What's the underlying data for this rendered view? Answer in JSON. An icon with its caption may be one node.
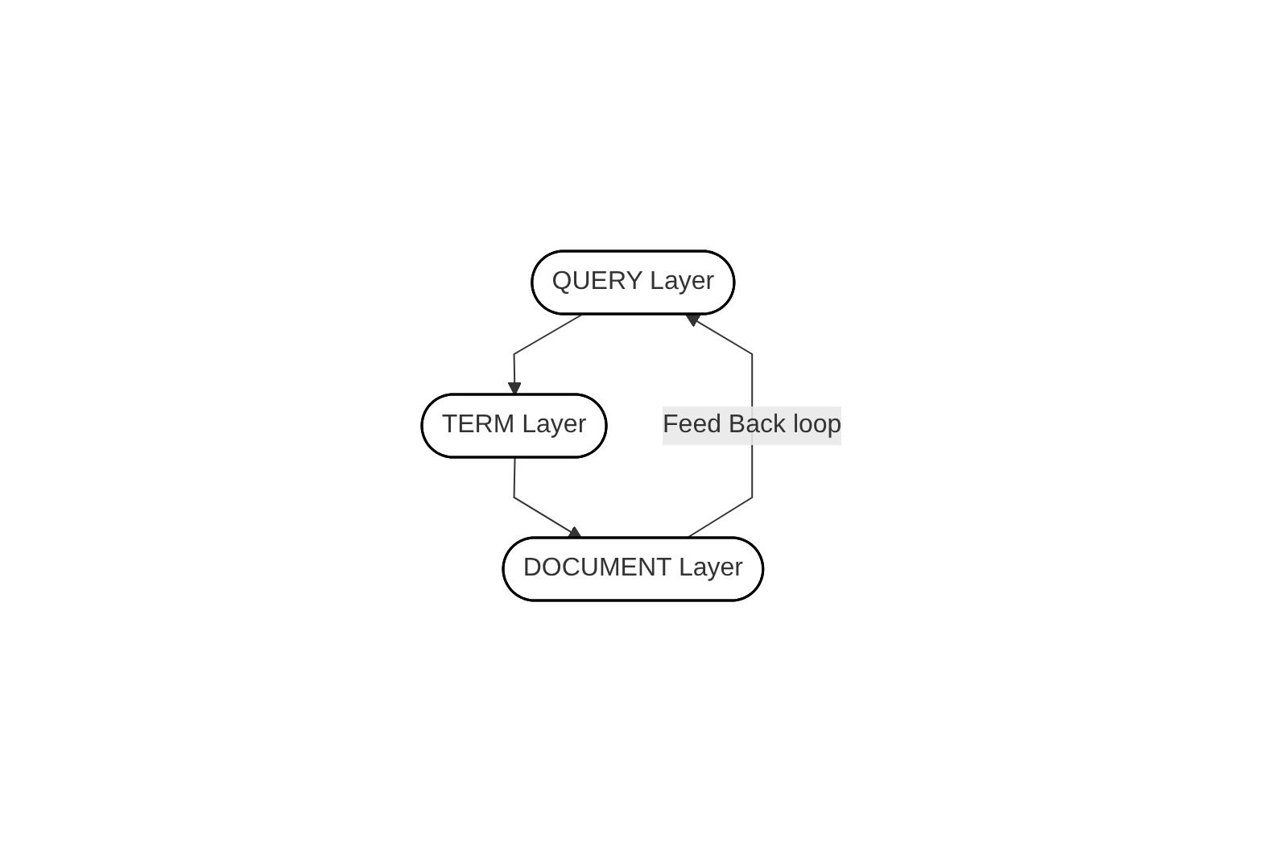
{
  "diagram": {
    "nodes": [
      {
        "text": [
          "QUERY Layer"
        ]
      },
      {
        "text": [
          "TERM Layer"
        ]
      },
      {
        "text": [
          "DOCUMENT Layer"
        ]
      }
    ],
    "edges": [
      {
        "from": 0,
        "to": 1,
        "arrow": "to"
      },
      {
        "from": 1,
        "to": 2,
        "arrow": "to"
      },
      {
        "from": 2,
        "to": 0,
        "arrow": "to",
        "label": "Feed Back loop"
      }
    ]
  }
}
